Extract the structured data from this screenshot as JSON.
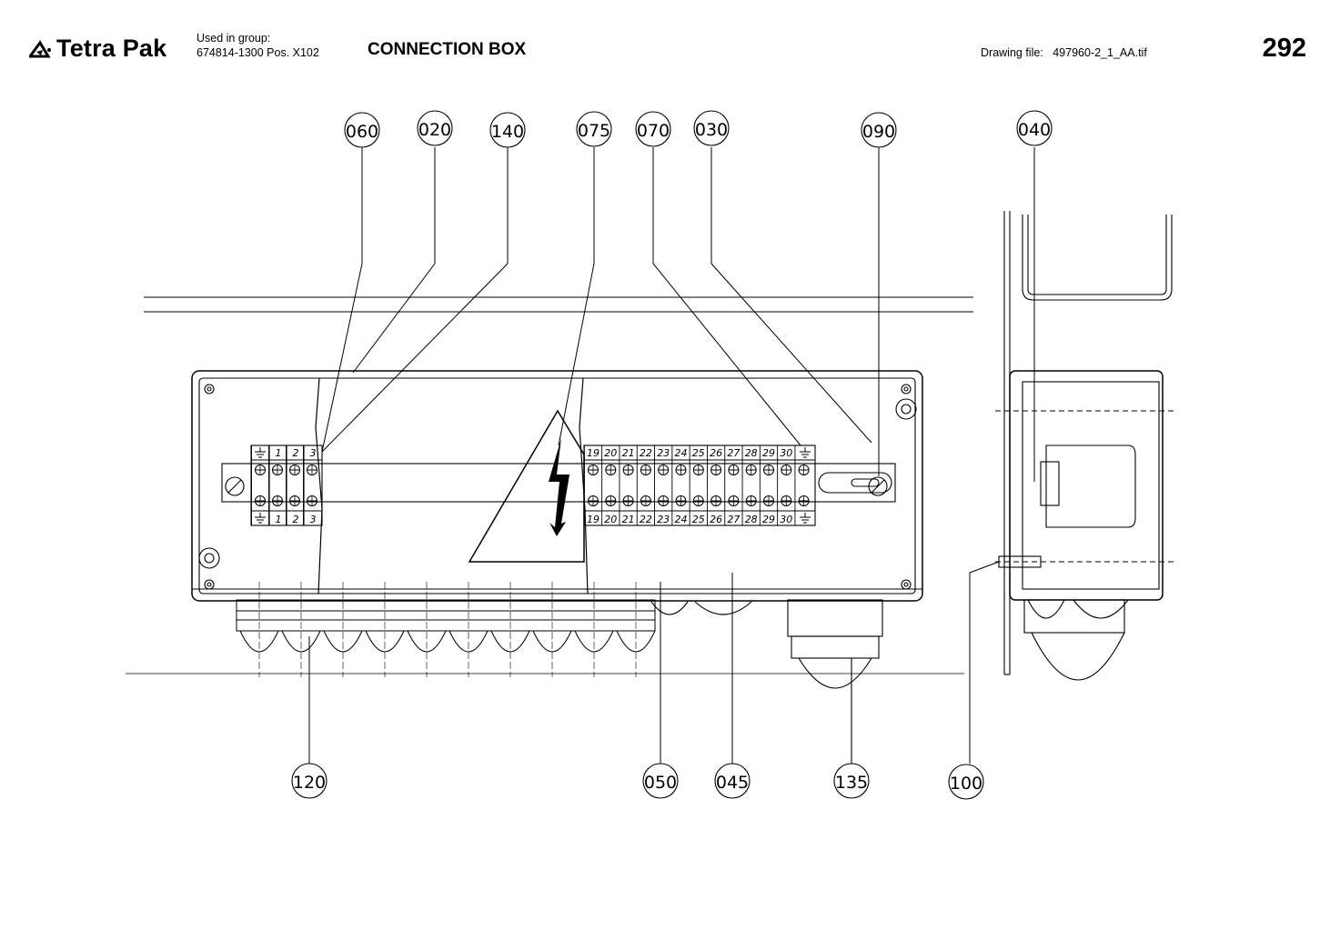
{
  "header": {
    "brand": "Tetra Pak",
    "used_in_label": "Used in group:",
    "used_in_value": "674814-1300 Pos. X102",
    "title": "CONNECTION BOX",
    "drawing_file_label": "Drawing file:",
    "drawing_file_value": "497960-2_1_AA.tif",
    "page_number": "292"
  },
  "callouts": {
    "c060": "060",
    "c020": "020",
    "c140": "140",
    "c075": "075",
    "c070": "070",
    "c030": "030",
    "c090": "090",
    "c040": "040",
    "c120": "120",
    "c050": "050",
    "c045": "045",
    "c135": "135",
    "c100": "100"
  },
  "terminals": {
    "left_top": [
      "1",
      "2",
      "3"
    ],
    "left_bottom": [
      "1",
      "2",
      "3"
    ],
    "right_top": [
      "19",
      "20",
      "21",
      "22",
      "23",
      "24",
      "25",
      "26",
      "27",
      "28",
      "29",
      "30"
    ],
    "right_bottom": [
      "19",
      "20",
      "21",
      "22",
      "23",
      "24",
      "25",
      "26",
      "27",
      "28",
      "29",
      "30"
    ]
  }
}
